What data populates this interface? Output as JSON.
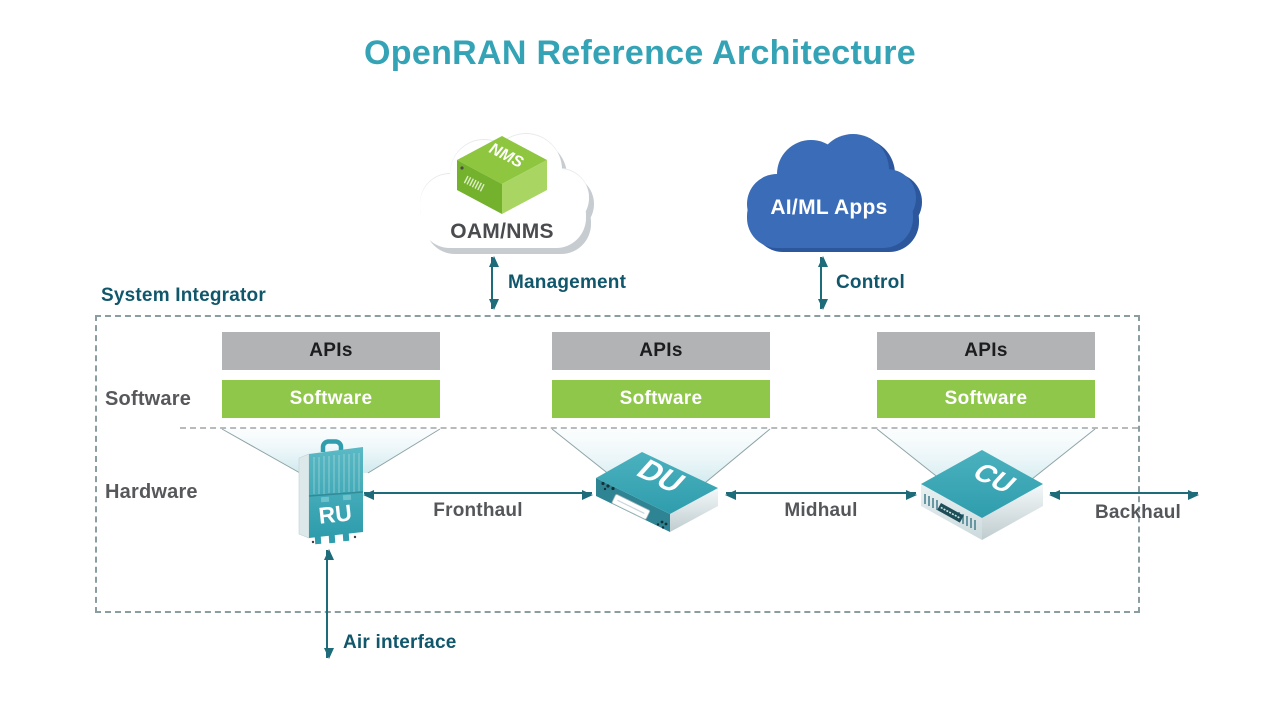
{
  "title": "OpenRAN Reference Architecture",
  "clouds": {
    "oam": {
      "box_label": "NMS",
      "label": "OAM/NMS"
    },
    "aiml": {
      "label": "AI/ML Apps"
    }
  },
  "links": {
    "management": "Management",
    "control": "Control",
    "fronthaul": "Fronthaul",
    "midhaul": "Midhaul",
    "backhaul": "Backhaul",
    "air_interface": "Air interface"
  },
  "integrator": {
    "label": "System Integrator",
    "rows": {
      "software": "Software",
      "hardware": "Hardware"
    },
    "columns": [
      {
        "apis": "APIs",
        "software": "Software",
        "device": "RU"
      },
      {
        "apis": "APIs",
        "software": "Software",
        "device": "DU"
      },
      {
        "apis": "APIs",
        "software": "Software",
        "device": "CU"
      }
    ]
  },
  "colors": {
    "title_teal": "#35a3b6",
    "dark_teal_text": "#11576b",
    "arrow_teal": "#1e6b7a",
    "software_green": "#8fc74a",
    "apis_gray": "#b1b3b4",
    "device_teal": "#3aa4b3",
    "cloud_blue": "#3a6cb8",
    "label_gray": "#54565a"
  }
}
